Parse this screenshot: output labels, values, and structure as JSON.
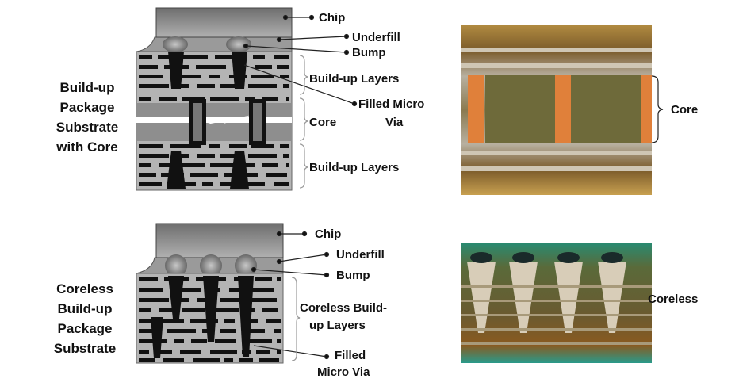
{
  "top": {
    "side_label": [
      "Build-up",
      "Package",
      "Substrate",
      "with Core"
    ],
    "labels": {
      "chip": "Chip",
      "underfill": "Underfill",
      "bump": "Bump",
      "buildup_top": "Build-up Layers",
      "core": "Core",
      "filled_via_1": "Filled Micro",
      "filled_via_2": "Via",
      "buildup_bottom": "Build-up Layers"
    },
    "photo_label": "Core"
  },
  "bottom": {
    "side_label": [
      "Coreless",
      "Build-up",
      "Package",
      "Substrate"
    ],
    "labels": {
      "chip": "Chip",
      "underfill": "Underfill",
      "bump": "Bump",
      "layers_1": "Coreless Build-",
      "layers_2": "up Layers",
      "filled_via_1": "Filled",
      "filled_via_2": "Micro Via"
    },
    "photo_label": "Coreless"
  }
}
